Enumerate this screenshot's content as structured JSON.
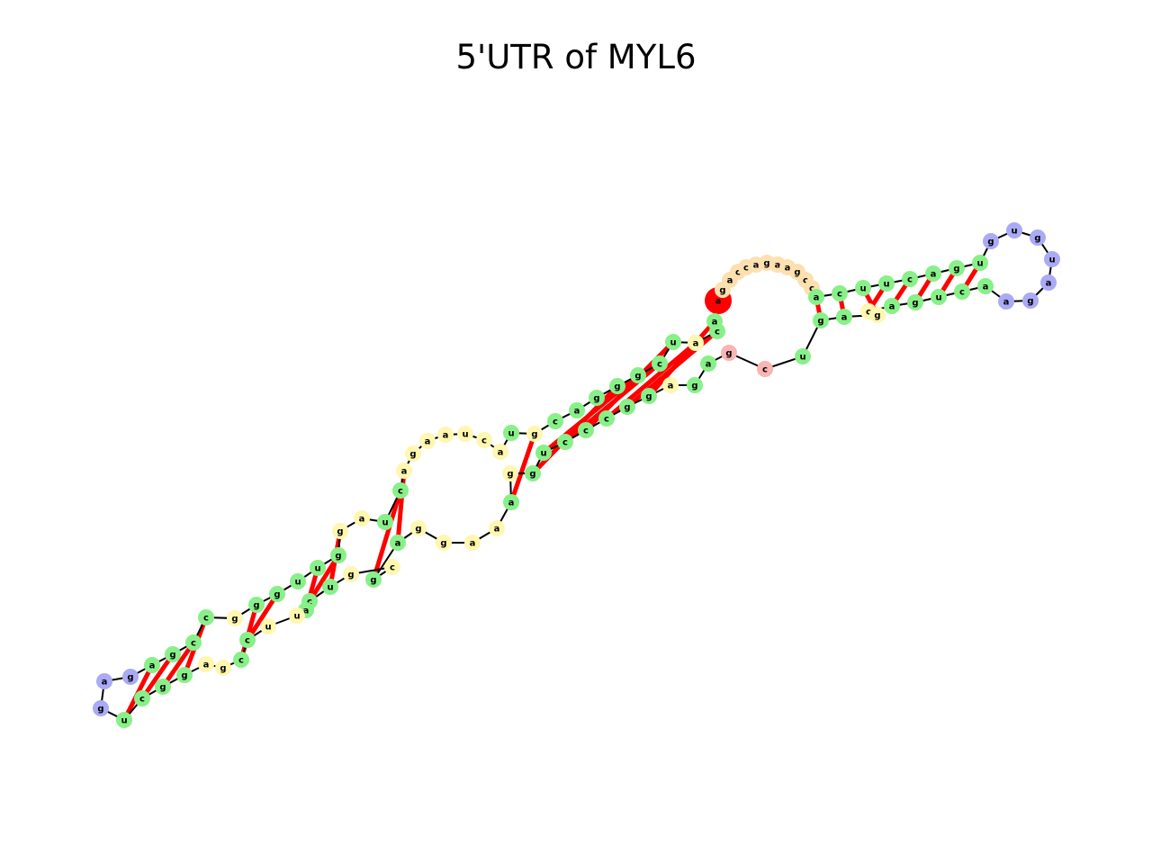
{
  "title": "5'UTR of MYL6",
  "colors": {
    "stem": "#88f088",
    "loop_unpaired": "#fff7b0",
    "hairpin": "#aaaaf5",
    "five_prime_unpaired": "#fde0b0",
    "three_prime_unpaired": "#f9b4b4",
    "start": "#ff0000",
    "end": "#008000",
    "backbone": "#000000",
    "pair_bond": "#ff0000"
  },
  "nucleotides": [
    {
      "b": "a",
      "t": "start"
    },
    {
      "b": "g",
      "t": "five_prime_unpaired"
    },
    {
      "b": "a",
      "t": "five_prime_unpaired"
    },
    {
      "b": "c",
      "t": "five_prime_unpaired"
    },
    {
      "b": "c",
      "t": "five_prime_unpaired"
    },
    {
      "b": "a",
      "t": "five_prime_unpaired"
    },
    {
      "b": "g",
      "t": "five_prime_unpaired"
    },
    {
      "b": "a",
      "t": "five_prime_unpaired"
    },
    {
      "b": "a",
      "t": "five_prime_unpaired"
    },
    {
      "b": "g",
      "t": "five_prime_unpaired"
    },
    {
      "b": "c",
      "t": "five_prime_unpaired"
    },
    {
      "b": "c",
      "t": "five_prime_unpaired"
    },
    {
      "b": "a",
      "t": "stem"
    },
    {
      "b": "c",
      "t": "stem"
    },
    {
      "b": "u",
      "t": "stem"
    },
    {
      "b": "u",
      "t": "stem"
    },
    {
      "b": "c",
      "t": "stem"
    },
    {
      "b": "a",
      "t": "stem"
    },
    {
      "b": "g",
      "t": "stem"
    },
    {
      "b": "u",
      "t": "stem"
    },
    {
      "b": "g",
      "t": "hairpin"
    },
    {
      "b": "u",
      "t": "hairpin"
    },
    {
      "b": "g",
      "t": "hairpin"
    },
    {
      "b": "u",
      "t": "hairpin"
    },
    {
      "b": "a",
      "t": "hairpin"
    },
    {
      "b": "g",
      "t": "hairpin"
    },
    {
      "b": "a",
      "t": "hairpin"
    },
    {
      "b": "a",
      "t": "stem"
    },
    {
      "b": "c",
      "t": "stem"
    },
    {
      "b": "u",
      "t": "stem"
    },
    {
      "b": "g",
      "t": "stem"
    },
    {
      "b": "a",
      "t": "stem"
    },
    {
      "b": "c",
      "t": "loop_unpaired"
    },
    {
      "b": "g",
      "t": "loop_unpaired"
    },
    {
      "b": "a",
      "t": "stem"
    },
    {
      "b": "g",
      "t": "stem"
    },
    {
      "b": "u",
      "t": "stem"
    },
    {
      "b": "c",
      "t": "three_prime_unpaired"
    },
    {
      "b": "g",
      "t": "three_prime_unpaired"
    },
    {
      "b": "a",
      "t": "stem"
    },
    {
      "b": "g",
      "t": "stem"
    },
    {
      "b": "a",
      "t": "loop_unpaired"
    },
    {
      "b": "g",
      "t": "stem"
    },
    {
      "b": "g",
      "t": "stem"
    },
    {
      "b": "c",
      "t": "stem"
    },
    {
      "b": "c",
      "t": "stem"
    },
    {
      "b": "c",
      "t": "stem"
    },
    {
      "b": "u",
      "t": "stem"
    },
    {
      "b": "g",
      "t": "stem"
    },
    {
      "b": "g",
      "t": "loop_unpaired"
    },
    {
      "b": "a",
      "t": "stem"
    },
    {
      "b": "a",
      "t": "loop_unpaired"
    },
    {
      "b": "a",
      "t": "loop_unpaired"
    },
    {
      "b": "g",
      "t": "loop_unpaired"
    },
    {
      "b": "g",
      "t": "loop_unpaired"
    },
    {
      "b": "a",
      "t": "stem"
    },
    {
      "b": "g",
      "t": "stem"
    },
    {
      "b": "c",
      "t": "loop_unpaired"
    },
    {
      "b": "g",
      "t": "loop_unpaired"
    },
    {
      "b": "u",
      "t": "stem"
    },
    {
      "b": "c",
      "t": "stem"
    },
    {
      "b": "a",
      "t": "stem"
    },
    {
      "b": "u",
      "t": "loop_unpaired"
    },
    {
      "b": "u",
      "t": "loop_unpaired"
    },
    {
      "b": "c",
      "t": "stem"
    },
    {
      "b": "c",
      "t": "stem"
    },
    {
      "b": "g",
      "t": "loop_unpaired"
    },
    {
      "b": "a",
      "t": "loop_unpaired"
    },
    {
      "b": "g",
      "t": "stem"
    },
    {
      "b": "g",
      "t": "stem"
    },
    {
      "b": "c",
      "t": "stem"
    },
    {
      "b": "u",
      "t": "stem"
    },
    {
      "b": "g",
      "t": "hairpin"
    },
    {
      "b": "a",
      "t": "hairpin"
    },
    {
      "b": "g",
      "t": "hairpin"
    },
    {
      "b": "a",
      "t": "stem"
    },
    {
      "b": "g",
      "t": "stem"
    },
    {
      "b": "c",
      "t": "stem"
    },
    {
      "b": "c",
      "t": "stem"
    },
    {
      "b": "g",
      "t": "loop_unpaired"
    },
    {
      "b": "g",
      "t": "stem"
    },
    {
      "b": "g",
      "t": "stem"
    },
    {
      "b": "u",
      "t": "stem"
    },
    {
      "b": "u",
      "t": "stem"
    },
    {
      "b": "g",
      "t": "stem"
    },
    {
      "b": "g",
      "t": "loop_unpaired"
    },
    {
      "b": "a",
      "t": "loop_unpaired"
    },
    {
      "b": "u",
      "t": "stem"
    },
    {
      "b": "c",
      "t": "stem"
    },
    {
      "b": "a",
      "t": "loop_unpaired"
    },
    {
      "b": "g",
      "t": "loop_unpaired"
    },
    {
      "b": "a",
      "t": "loop_unpaired"
    },
    {
      "b": "a",
      "t": "loop_unpaired"
    },
    {
      "b": "u",
      "t": "loop_unpaired"
    },
    {
      "b": "c",
      "t": "loop_unpaired"
    },
    {
      "b": "a",
      "t": "loop_unpaired"
    },
    {
      "b": "u",
      "t": "stem"
    },
    {
      "b": "g",
      "t": "loop_unpaired"
    },
    {
      "b": "c",
      "t": "stem"
    },
    {
      "b": "a",
      "t": "stem"
    },
    {
      "b": "g",
      "t": "stem"
    },
    {
      "b": "g",
      "t": "stem"
    },
    {
      "b": "g",
      "t": "stem"
    },
    {
      "b": "c",
      "t": "stem"
    },
    {
      "b": "u",
      "t": "stem"
    },
    {
      "b": "a",
      "t": "loop_unpaired"
    },
    {
      "b": "c",
      "t": "stem"
    },
    {
      "b": "a",
      "t": "stem"
    },
    {
      "b": "g",
      "t": "stem"
    },
    {
      "b": "g",
      "t": "three_prime_unpaired"
    },
    {
      "b": "c",
      "t": "three_prime_unpaired"
    },
    {
      "b": "u",
      "t": "stem"
    },
    {
      "b": "g",
      "t": "stem"
    },
    {
      "b": "g",
      "t": "end"
    }
  ]
}
